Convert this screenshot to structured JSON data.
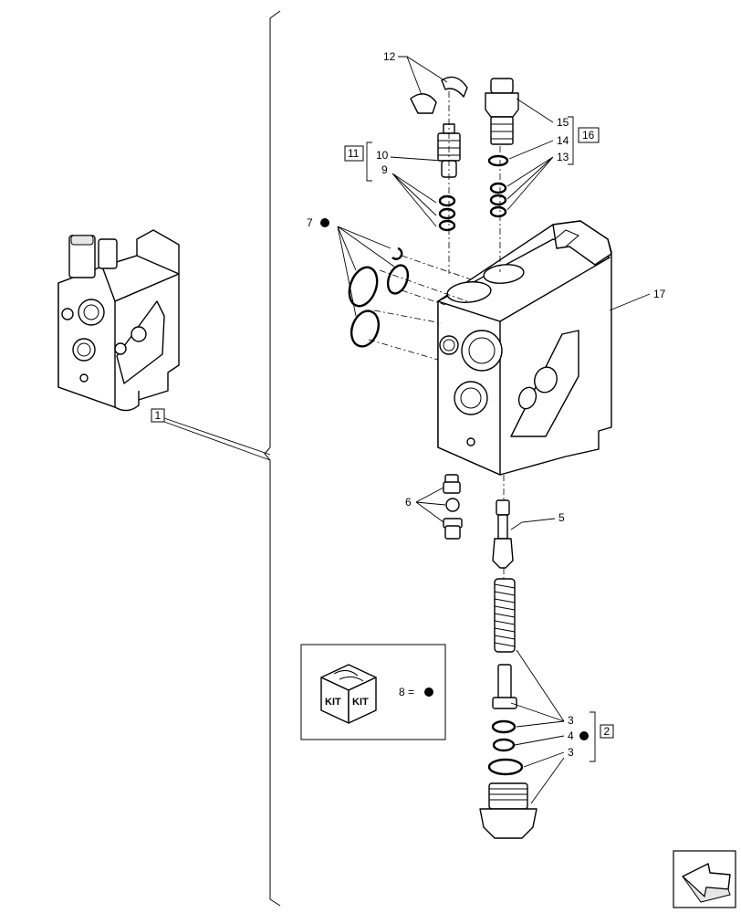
{
  "callouts": {
    "c1": "1",
    "c2": "2",
    "c3a": "3",
    "c3b": "3",
    "c4": "4",
    "c5": "5",
    "c6": "6",
    "c7": "7",
    "c8": "8 =",
    "c9": "9",
    "c10": "10",
    "c11": "11",
    "c12": "12",
    "c13": "13",
    "c14": "14",
    "c15": "15",
    "c16": "16",
    "c17": "17"
  },
  "kit": {
    "label_left": "KIT",
    "label_right": "KIT"
  },
  "legend": {
    "kit_marker": "filled-circle",
    "kit_marker_color": "#000000"
  },
  "nav": {
    "icon": "next-page-arrow-icon"
  }
}
